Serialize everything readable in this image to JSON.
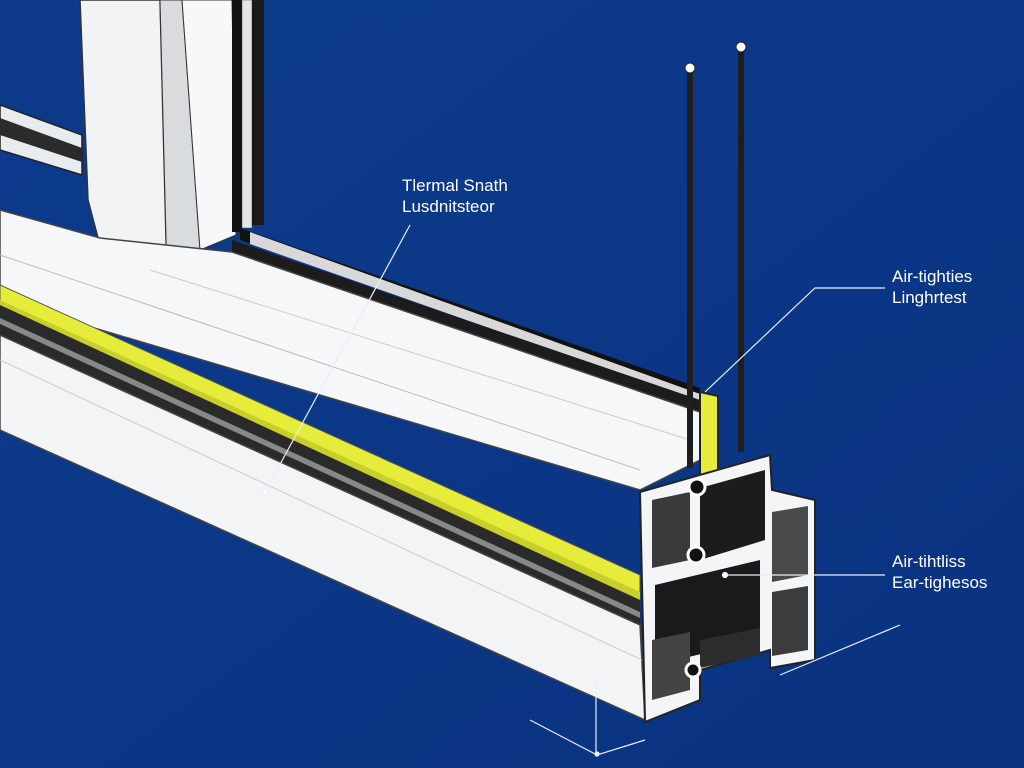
{
  "colors": {
    "background": "#0c3a88",
    "frame": "#f4f5f7",
    "seal": "#e8ef3a",
    "dark": "#1b1b1b"
  },
  "labels": [
    {
      "line1": "Tlermal Snath",
      "line2": "Lusdnitsteor"
    },
    {
      "line1": "Air-tighties",
      "line2": "Linghrtest"
    },
    {
      "line1": "Air-tihtliss",
      "line2": "Ear-tighesos"
    }
  ]
}
